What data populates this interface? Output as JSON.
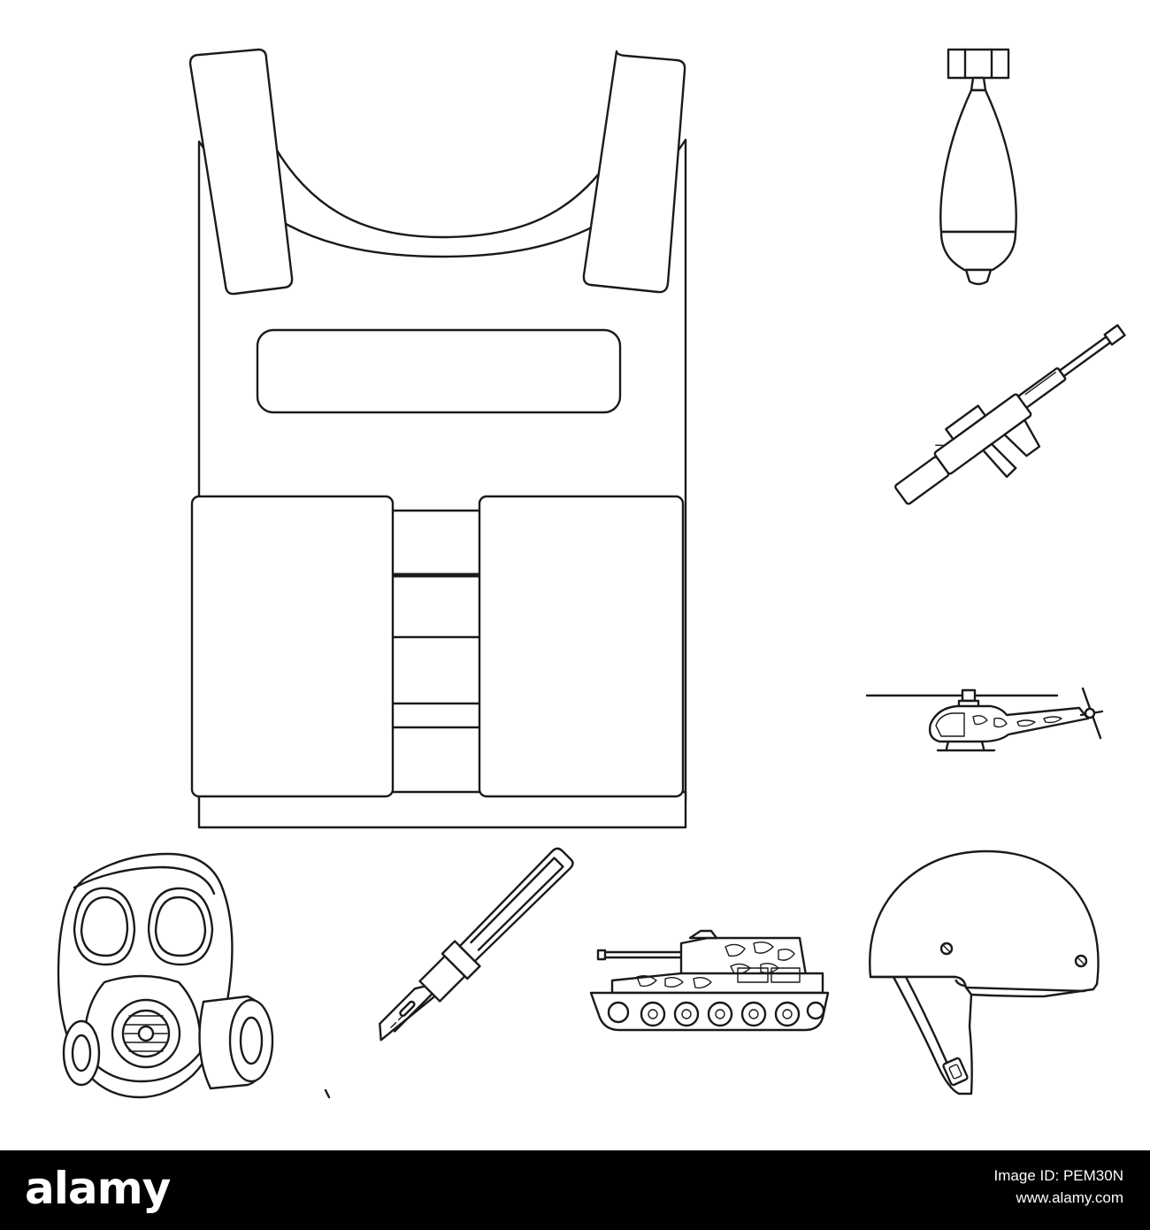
{
  "footer": {
    "logo": "alamy",
    "image_id_line": "Image ID: PEM30N",
    "site": "www.alamy.com"
  },
  "icons": [
    "body-armor-vest-icon",
    "aerial-bomb-icon",
    "assault-rifle-icon",
    "helicopter-icon",
    "gas-mask-icon",
    "combat-knife-icon",
    "tank-icon",
    "military-helmet-icon"
  ],
  "colors": {
    "outline": "#1a1a1a",
    "background": "#ffffff",
    "footer": "#000000"
  }
}
